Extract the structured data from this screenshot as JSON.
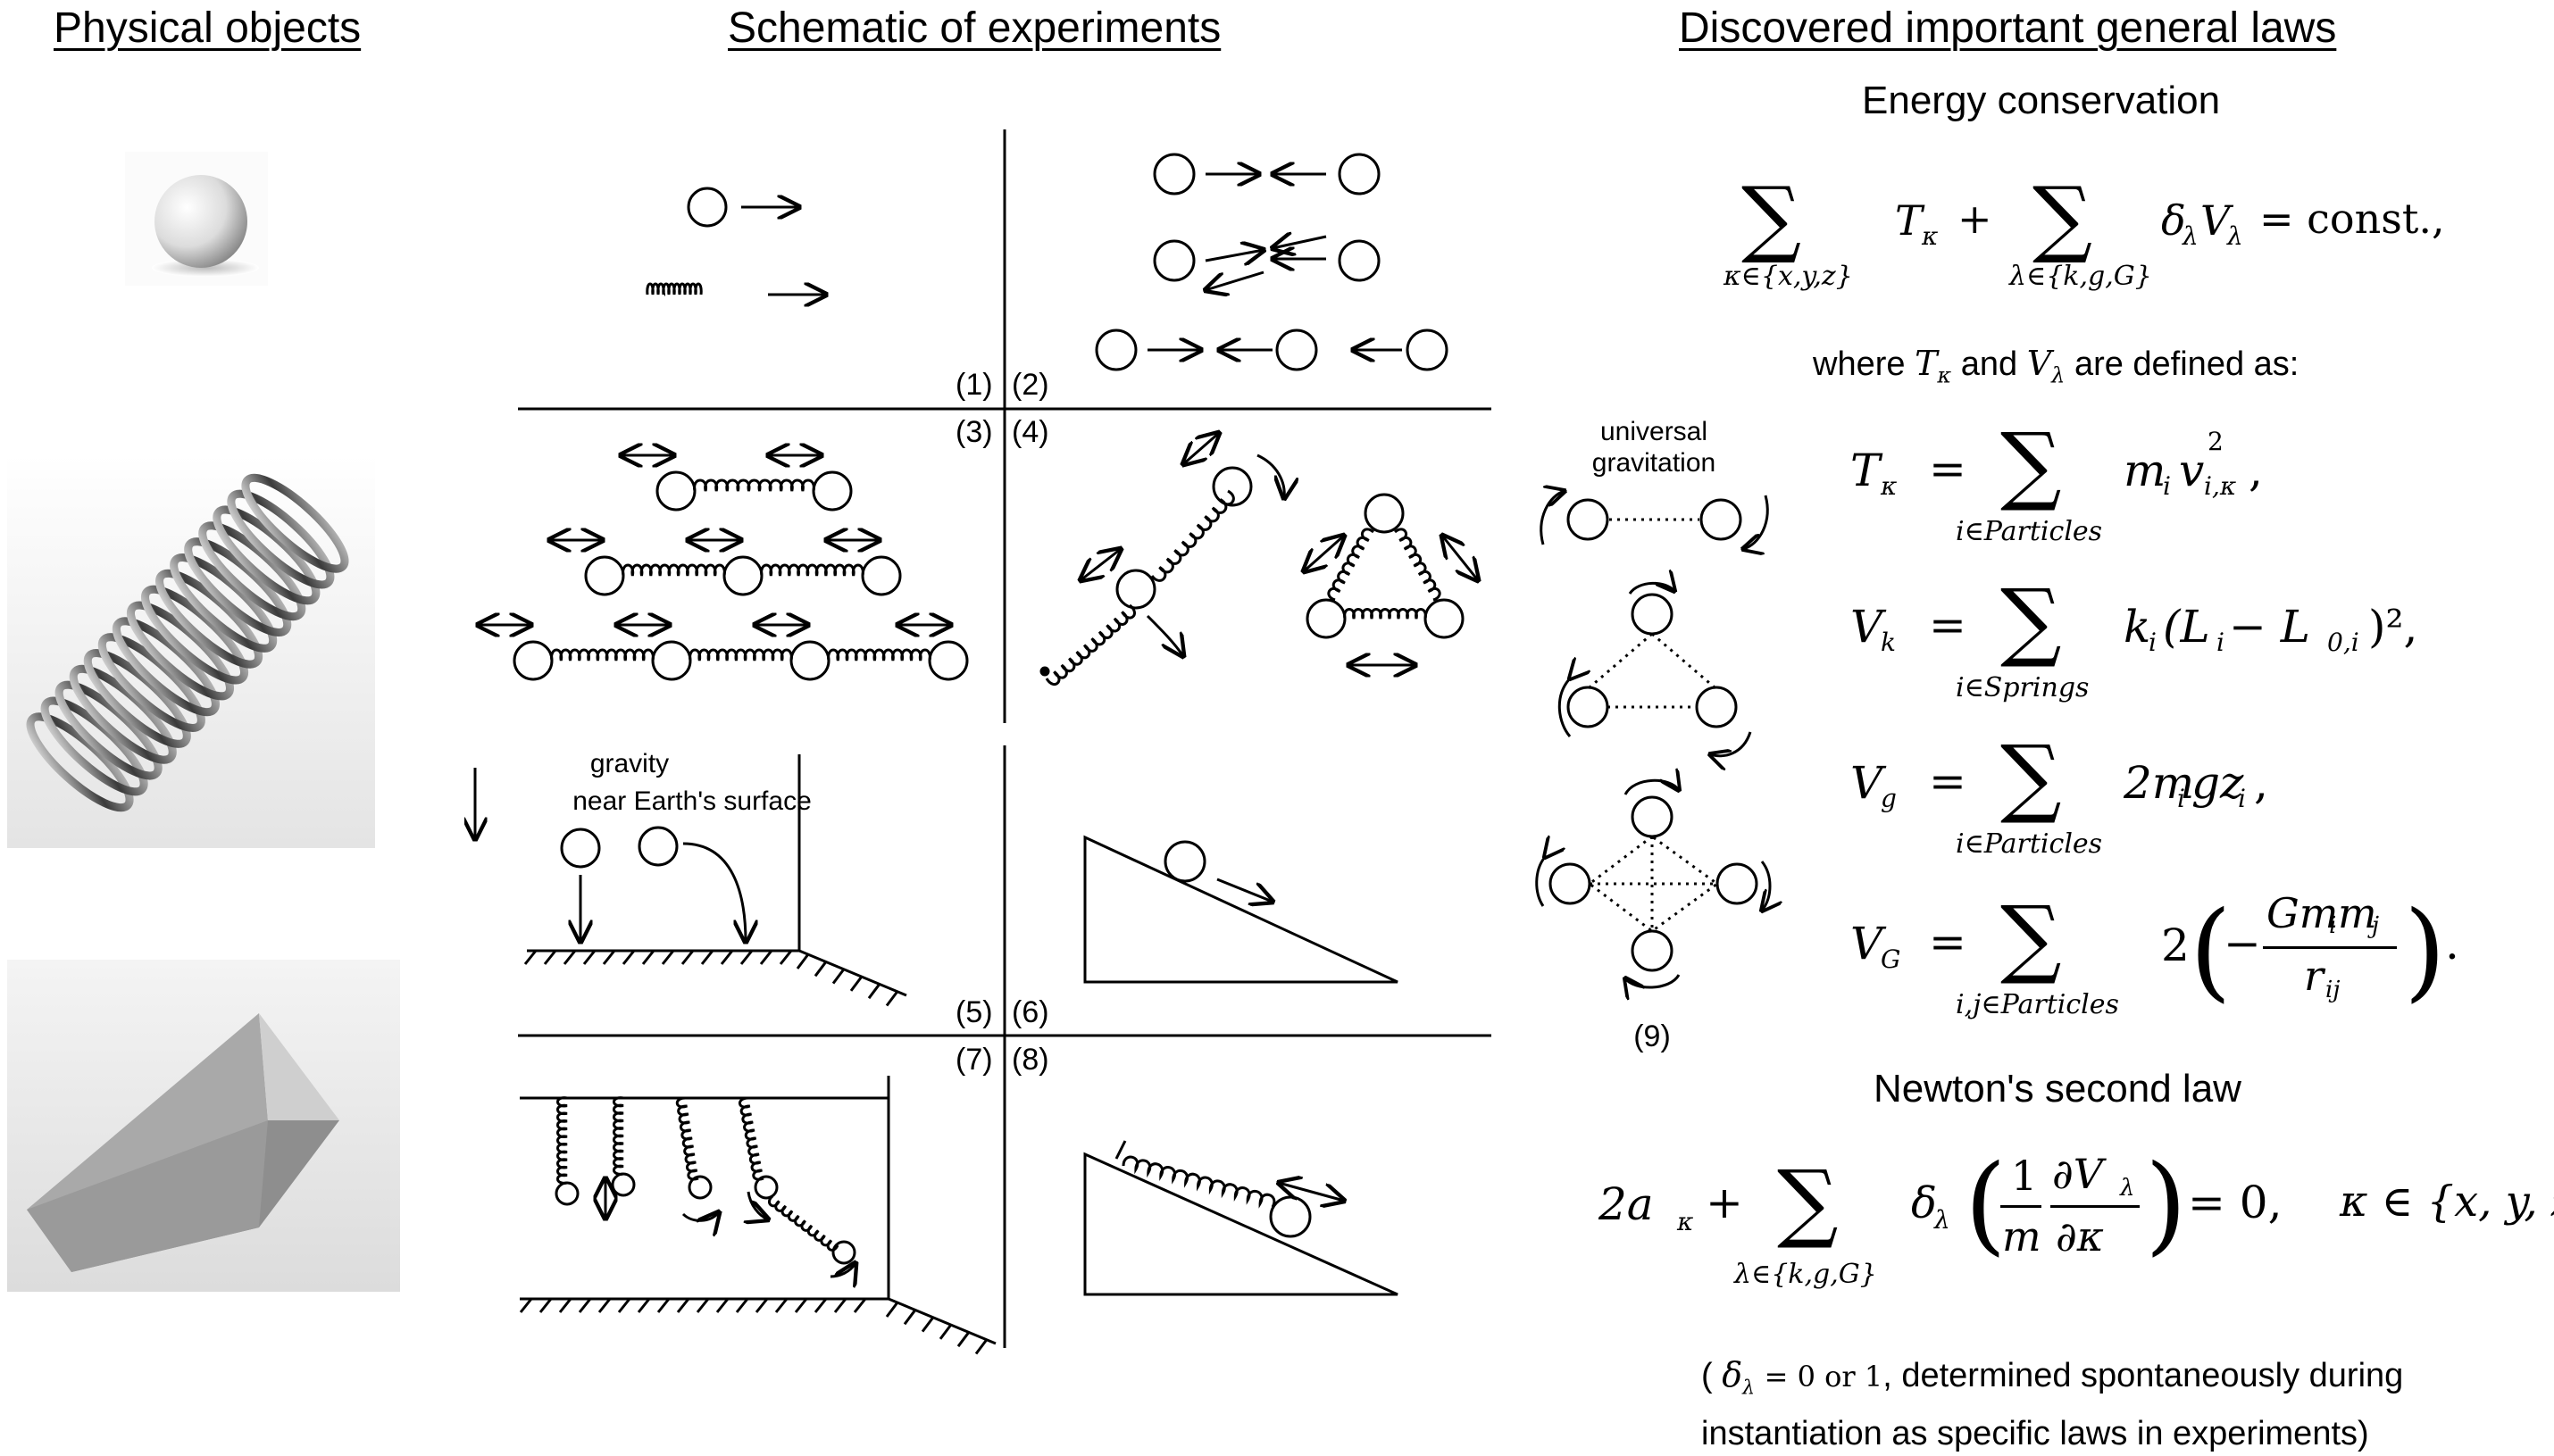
{
  "headers": {
    "objects": "Physical objects",
    "schematic": "Schematic of experiments",
    "laws": "Discovered important general laws"
  },
  "objects": [
    {
      "icon": "sphere-icon"
    },
    {
      "icon": "spring-icon"
    },
    {
      "icon": "wedge-icon"
    }
  ],
  "experiments": {
    "labels": [
      "(1)",
      "(2)",
      "(3)",
      "(4)",
      "(5)",
      "(6)",
      "(7)",
      "(8)",
      "(9)"
    ],
    "gravity_text_1": "gravity",
    "gravity_text_2": "near Earth's surface",
    "universal_1": "universal",
    "universal_2": "gravitation"
  },
  "laws": {
    "energy_title": "Energy conservation",
    "energy_eq": {
      "sum1_sub": "κ∈{x,y,z}",
      "term1": "T",
      "term1_sub": "κ",
      "plus": "+",
      "sum2_sub": "λ∈{k,g,G}",
      "term2": "δ",
      "term2_sub": "λ",
      "term2b": "V",
      "term2b_sub": "λ",
      "rhs": "= const.,"
    },
    "where_prefix": "where",
    "where_T": "T",
    "where_T_sub": "κ",
    "where_and": "and",
    "where_V": "V",
    "where_V_sub": "λ",
    "where_suffix": "are defined as:",
    "defs": [
      {
        "lhs": "T",
        "lhs_sub": "κ",
        "sum_sub": "i∈Particles",
        "rhs": "m",
        "rhs_sub": "i",
        "rhs2": "v",
        "rhs2_sup": "2",
        "rhs2_sub": "i,κ",
        "tail": ","
      },
      {
        "lhs": "V",
        "lhs_sub": "k",
        "sum_sub": "i∈Springs",
        "rhs": "k",
        "rhs_sub": "i",
        "rhs2": "(L",
        "rhs2_sub2": "i",
        "rhs3": " − L",
        "rhs3_sub": "0,i",
        "tail": ")²,"
      },
      {
        "lhs": "V",
        "lhs_sub": "g",
        "sum_sub": "i∈Particles",
        "rhs": "2m",
        "rhs_sub": "i",
        "rhs2": "gz",
        "rhs2_sub2": "i",
        "tail": ","
      },
      {
        "lhs": "V",
        "lhs_sub": "G",
        "sum_sub": "i,j∈Particles",
        "coef": "2",
        "numer": "Gm",
        "numer_sub1": "i",
        "numer2": "m",
        "numer_sub2": "j",
        "denom": "r",
        "denom_sub": "ij",
        "tail": "."
      }
    ],
    "newton_title": "Newton's second law",
    "newton_eq": {
      "lhs": "2a",
      "lhs_sub": "κ",
      "plus": "+",
      "sum_sub": "λ∈{k,g,G}",
      "delta": "δ",
      "delta_sub": "λ",
      "f1_num": "1",
      "f1_den": "m",
      "f2_num": "∂V",
      "f2_num_sub": "λ",
      "f2_den": "∂κ",
      "rhs": "= 0,",
      "domain": "κ ∈ {x, y, z}."
    },
    "note_open": "(",
    "note_delta": "δ",
    "note_delta_sub": "λ",
    "note_eq": "= 0 or 1",
    "note_rest": ", determined spontaneously during",
    "note_line2": "instantiation as specific laws in experiments)"
  }
}
